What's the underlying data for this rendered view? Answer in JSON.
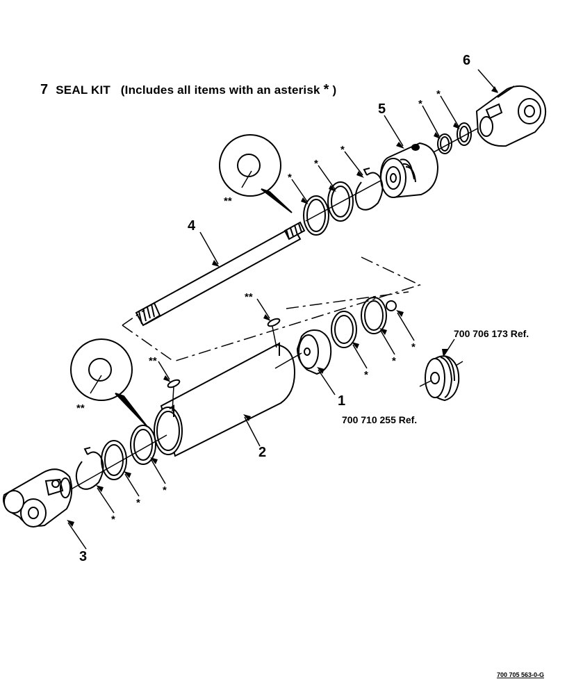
{
  "title": {
    "number": "7",
    "text": "SEAL KIT",
    "note": "(Includes all items with an asterisk",
    "asterisk": "*",
    "close": ")"
  },
  "callouts": {
    "item1": "1",
    "item2": "2",
    "item3": "3",
    "item4": "4",
    "item5": "5",
    "item6": "6"
  },
  "references": {
    "piston_ref": "700 710 255 Ref.",
    "alt_piston_ref": "700 706 173 Ref."
  },
  "markers": {
    "single": "*",
    "double": "**"
  },
  "footer": {
    "drawing_number": "700 705 563-0-G"
  }
}
